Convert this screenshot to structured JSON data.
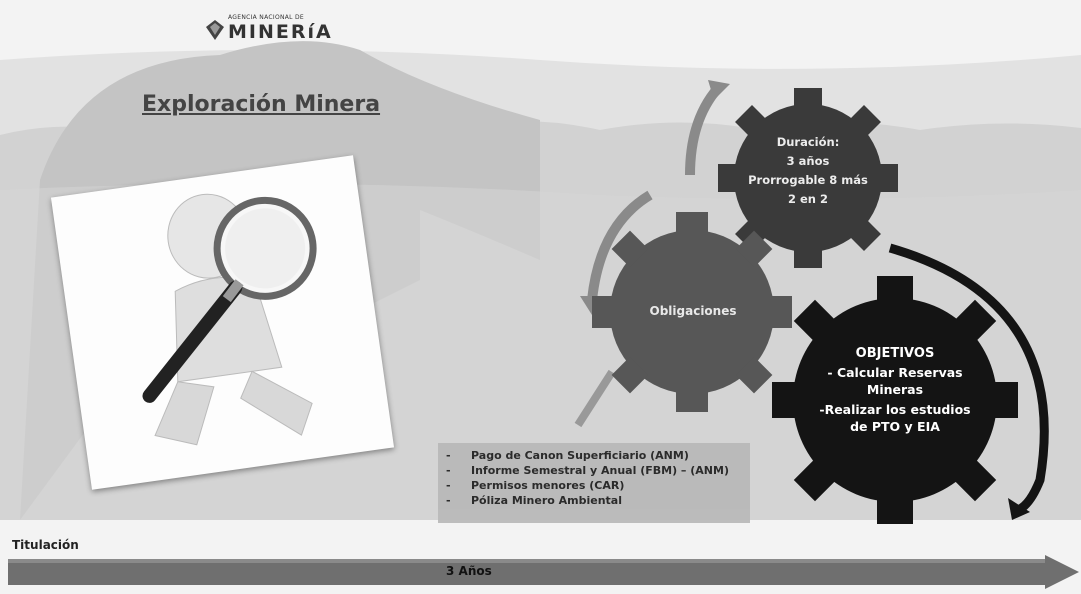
{
  "header": {
    "logo_small": "AGENCIA NACIONAL DE",
    "logo_main": "MINERíA",
    "title": "Exploración Minera"
  },
  "image": {
    "icon": "magnifying-glass-figure-icon"
  },
  "gears": {
    "duracion": {
      "label": "Duración:",
      "line1": "3 años",
      "line2": "Prorrogable 8 más",
      "line3": "2 en 2"
    },
    "obligaciones": {
      "label": "Obligaciones"
    },
    "objetivos": {
      "label": "OBJETIVOS",
      "item1_line1": "- Calcular Reservas",
      "item1_line2": "Mineras",
      "item2_line1": "-Realizar los estudios",
      "item2_line2": "de PTO y EIA"
    }
  },
  "obligations_list": [
    {
      "bullet": "-",
      "text": "Pago de Canon Superficiario (ANM)"
    },
    {
      "bullet": "-",
      "text": "Informe Semestral y Anual (FBM) – (ANM)"
    },
    {
      "bullet": "-",
      "text": "Permisos menores (CAR)"
    },
    {
      "bullet": "-",
      "text": "Póliza Minero Ambiental"
    }
  ],
  "timeline": {
    "start_label": "Titulación",
    "duration_label": "3 Años"
  },
  "colors": {
    "gear_dark": "#3a3a3a",
    "gear_mid": "#555555",
    "gear_black": "#141414",
    "arrow_gray": "#777777",
    "box_gray": "#b9b9b9",
    "timeline_gray": "#6f6f6f"
  }
}
